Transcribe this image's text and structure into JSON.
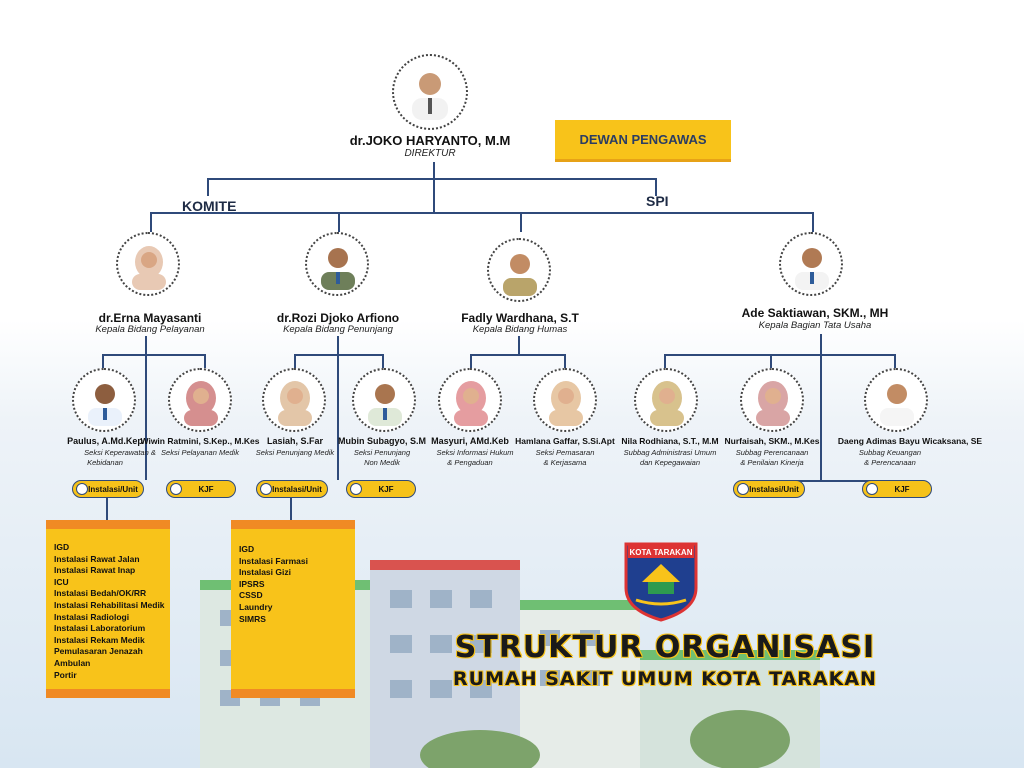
{
  "director": {
    "name": "dr.JOKO HARYANTO, M.M",
    "role": "DIREKTUR"
  },
  "dewan_pengawas": "DEWAN PENGAWAS",
  "komite": "KOMITE",
  "spi": "SPI",
  "heads": [
    {
      "name": "dr.Erna Mayasanti",
      "role": "Kepala Bidang Pelayanan"
    },
    {
      "name": "dr.Rozi Djoko Arfiono",
      "role": "Kepala Bidang Penunjang"
    },
    {
      "name": "Fadly Wardhana, S.T",
      "role": "Kepala Bidang Humas"
    },
    {
      "name": "Ade Saktiawan, SKM., MH",
      "role": "Kepala Bagian Tata Usaha"
    }
  ],
  "staff": [
    {
      "name": "Paulus, A.Md.Kep",
      "role1": "Seksi Keperawatan &",
      "role2": "Kebidanan"
    },
    {
      "name": "Wiwin Ratmini, S.Kep., M.Kes",
      "role1": "Seksi Pelayanan Medik",
      "role2": ""
    },
    {
      "name": "Lasiah, S.Far",
      "role1": "Seksi Penunjang Medik",
      "role2": ""
    },
    {
      "name": "Mubin Subagyo, S.M",
      "role1": "Seksi Penunjang",
      "role2": "Non Medik"
    },
    {
      "name": "Masyuri, AMd.Keb",
      "role1": "Seksi Informasi Hukum",
      "role2": "& Pengaduan"
    },
    {
      "name": "Hamlana Gaffar, S.Si.Apt",
      "role1": "Seksi Pemasaran",
      "role2": "& Kerjasama"
    },
    {
      "name": "Nila Rodhiana, S.T., M.M",
      "role1": "Subbag Administrasi Umum",
      "role2": "dan Kepegawaian"
    },
    {
      "name": "Nurfaisah, SKM., M.Kes",
      "role1": "Subbag Perencanaan",
      "role2": "& Penilaian Kinerja"
    },
    {
      "name": "Daeng Adimas Bayu Wicaksana, SE",
      "role1": "Subbag Keuangan",
      "role2": "& Perencanaan"
    }
  ],
  "pills": {
    "unit": "Instalasi/Unit",
    "kjf": "KJF"
  },
  "units_pelayanan": [
    "IGD",
    "Instalasi Rawat Jalan",
    "Instalasi Rawat Inap",
    "ICU",
    "Instalasi Bedah/OK/RR",
    "Instalasi Rehabilitasi Medik",
    "Instalasi Radiologi",
    "Instalasi Laboratorium",
    "Instalasi Rekam Medik",
    "Pemulasaran Jenazah",
    "Ambulan",
    "Portir"
  ],
  "units_penunjang": [
    "IGD",
    "Instalasi Farmasi",
    "Instalasi Gizi",
    "IPSRS",
    "CSSD",
    "Laundry",
    "SIMRS"
  ],
  "logo_text": "KOTA TARAKAN",
  "title": "STRUKTUR ORGANISASI",
  "subtitle": "RUMAH SAKIT UMUM KOTA TARAKAN",
  "colors": {
    "accent": "#f8c31a",
    "accent_bar": "#f08a24",
    "line": "#2f4a7a"
  }
}
